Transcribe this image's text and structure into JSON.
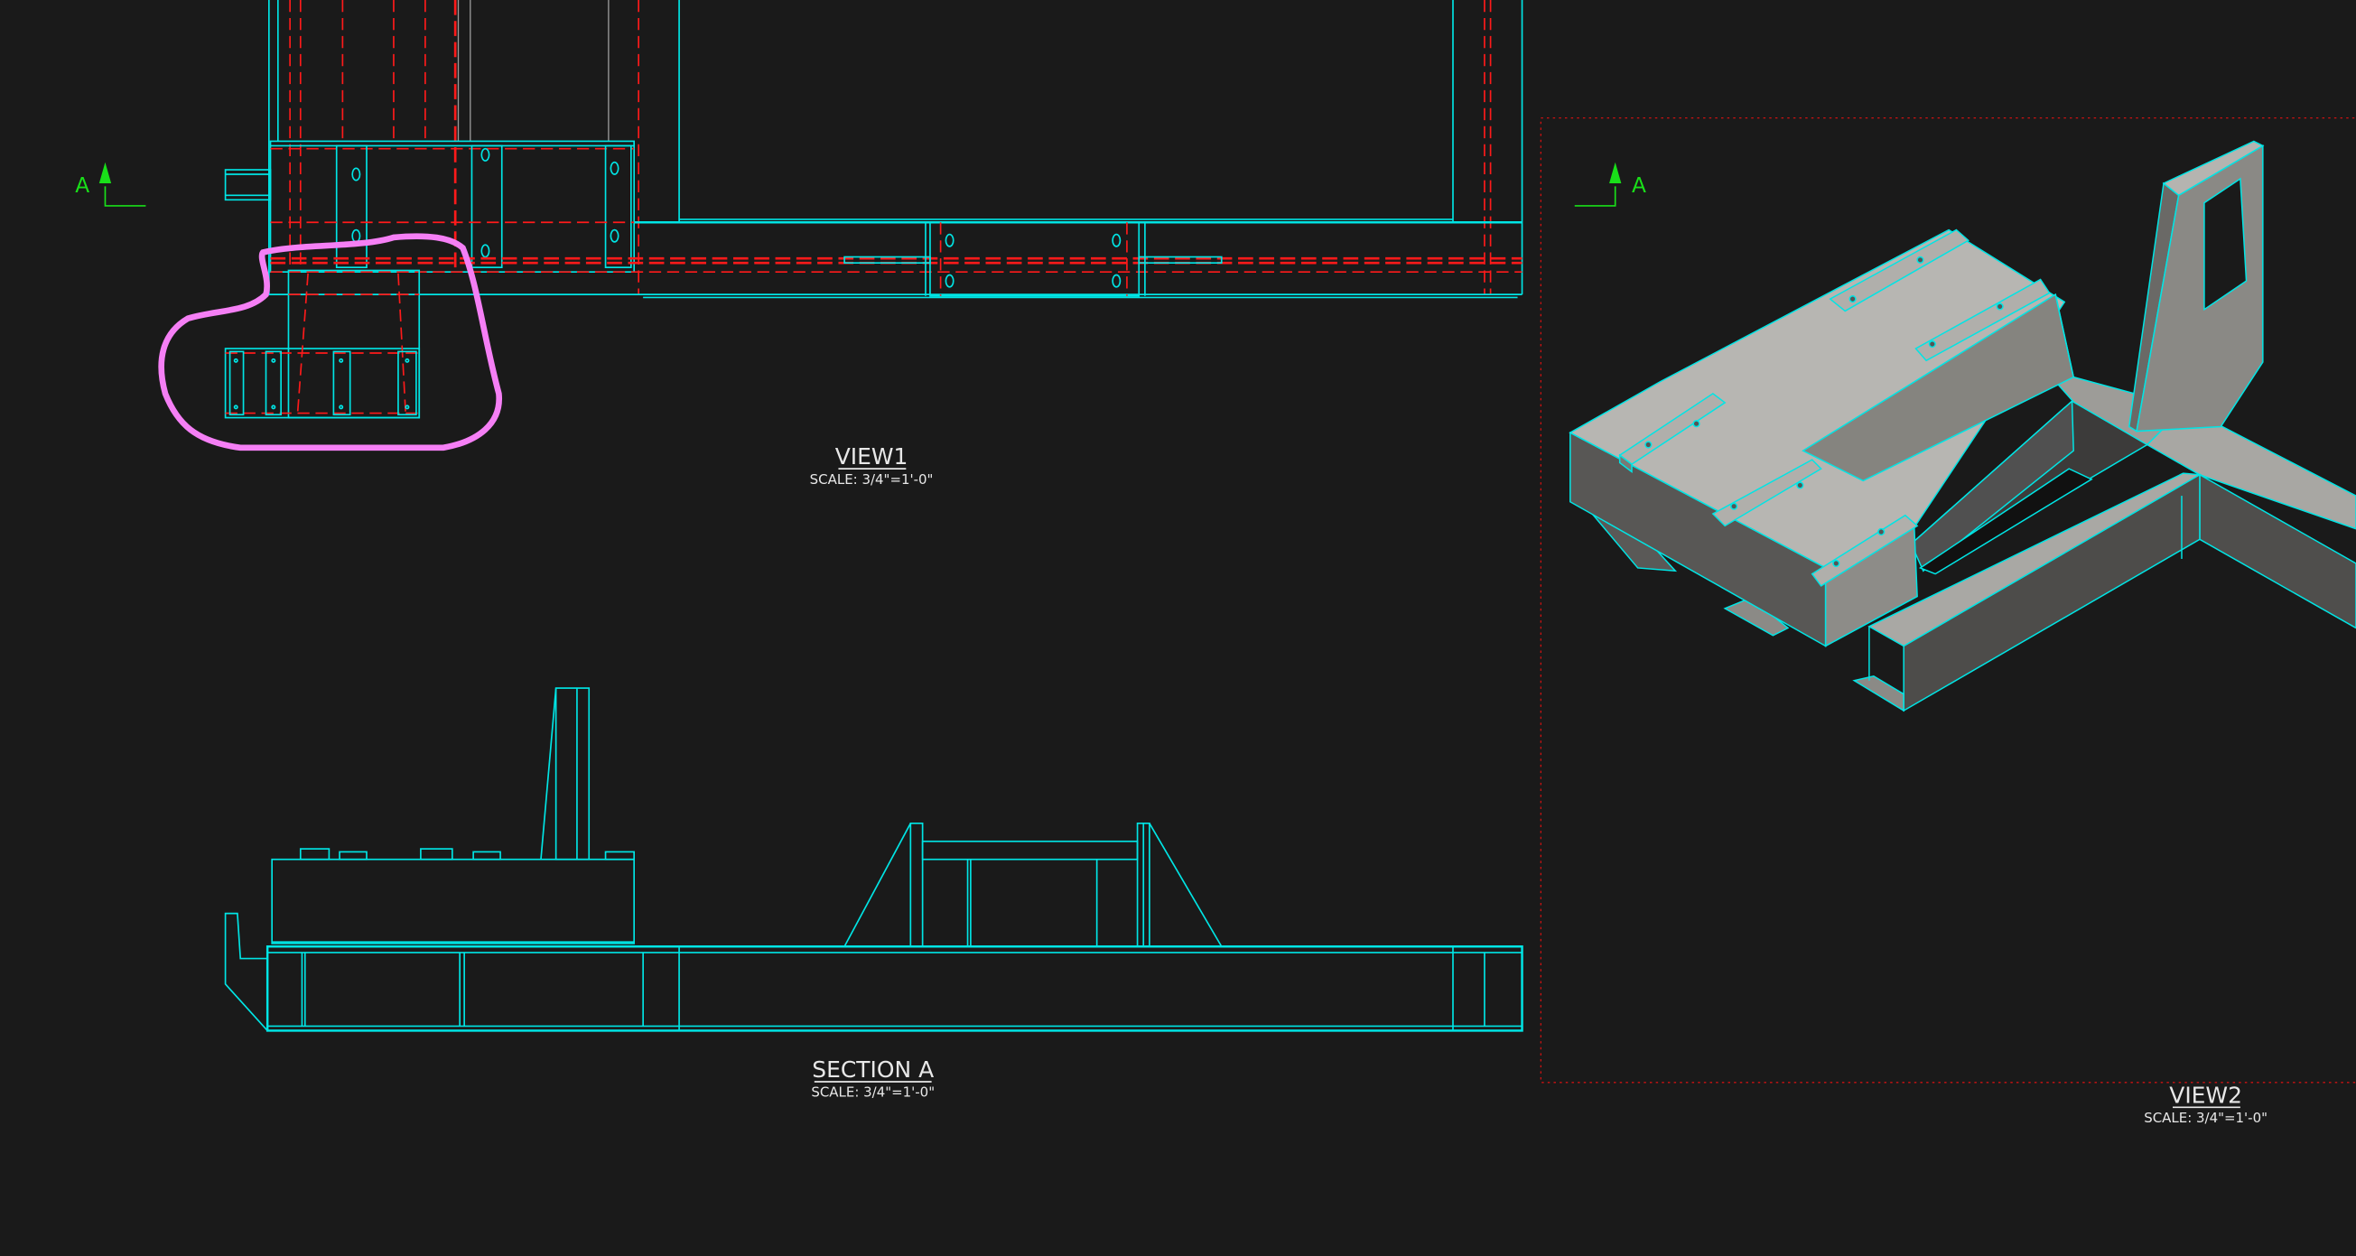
{
  "drawing": {
    "background_color": "#1a1a1a",
    "line_color": "#00e5e5",
    "hidden_line_color": "#ff1a1a",
    "markup_color": "#f57ff5",
    "section_marker_color": "#19e019"
  },
  "views": {
    "view1": {
      "title": "VIEW1",
      "scale": "SCALE: 3/4\"=1'-0\""
    },
    "section_a": {
      "title": "SECTION A",
      "scale": "SCALE: 3/4\"=1'-0\""
    },
    "view2": {
      "title": "VIEW2",
      "scale": "SCALE: 3/4\"=1'-0\""
    }
  },
  "section_markers": [
    {
      "letter": "A"
    },
    {
      "letter": "A"
    }
  ]
}
